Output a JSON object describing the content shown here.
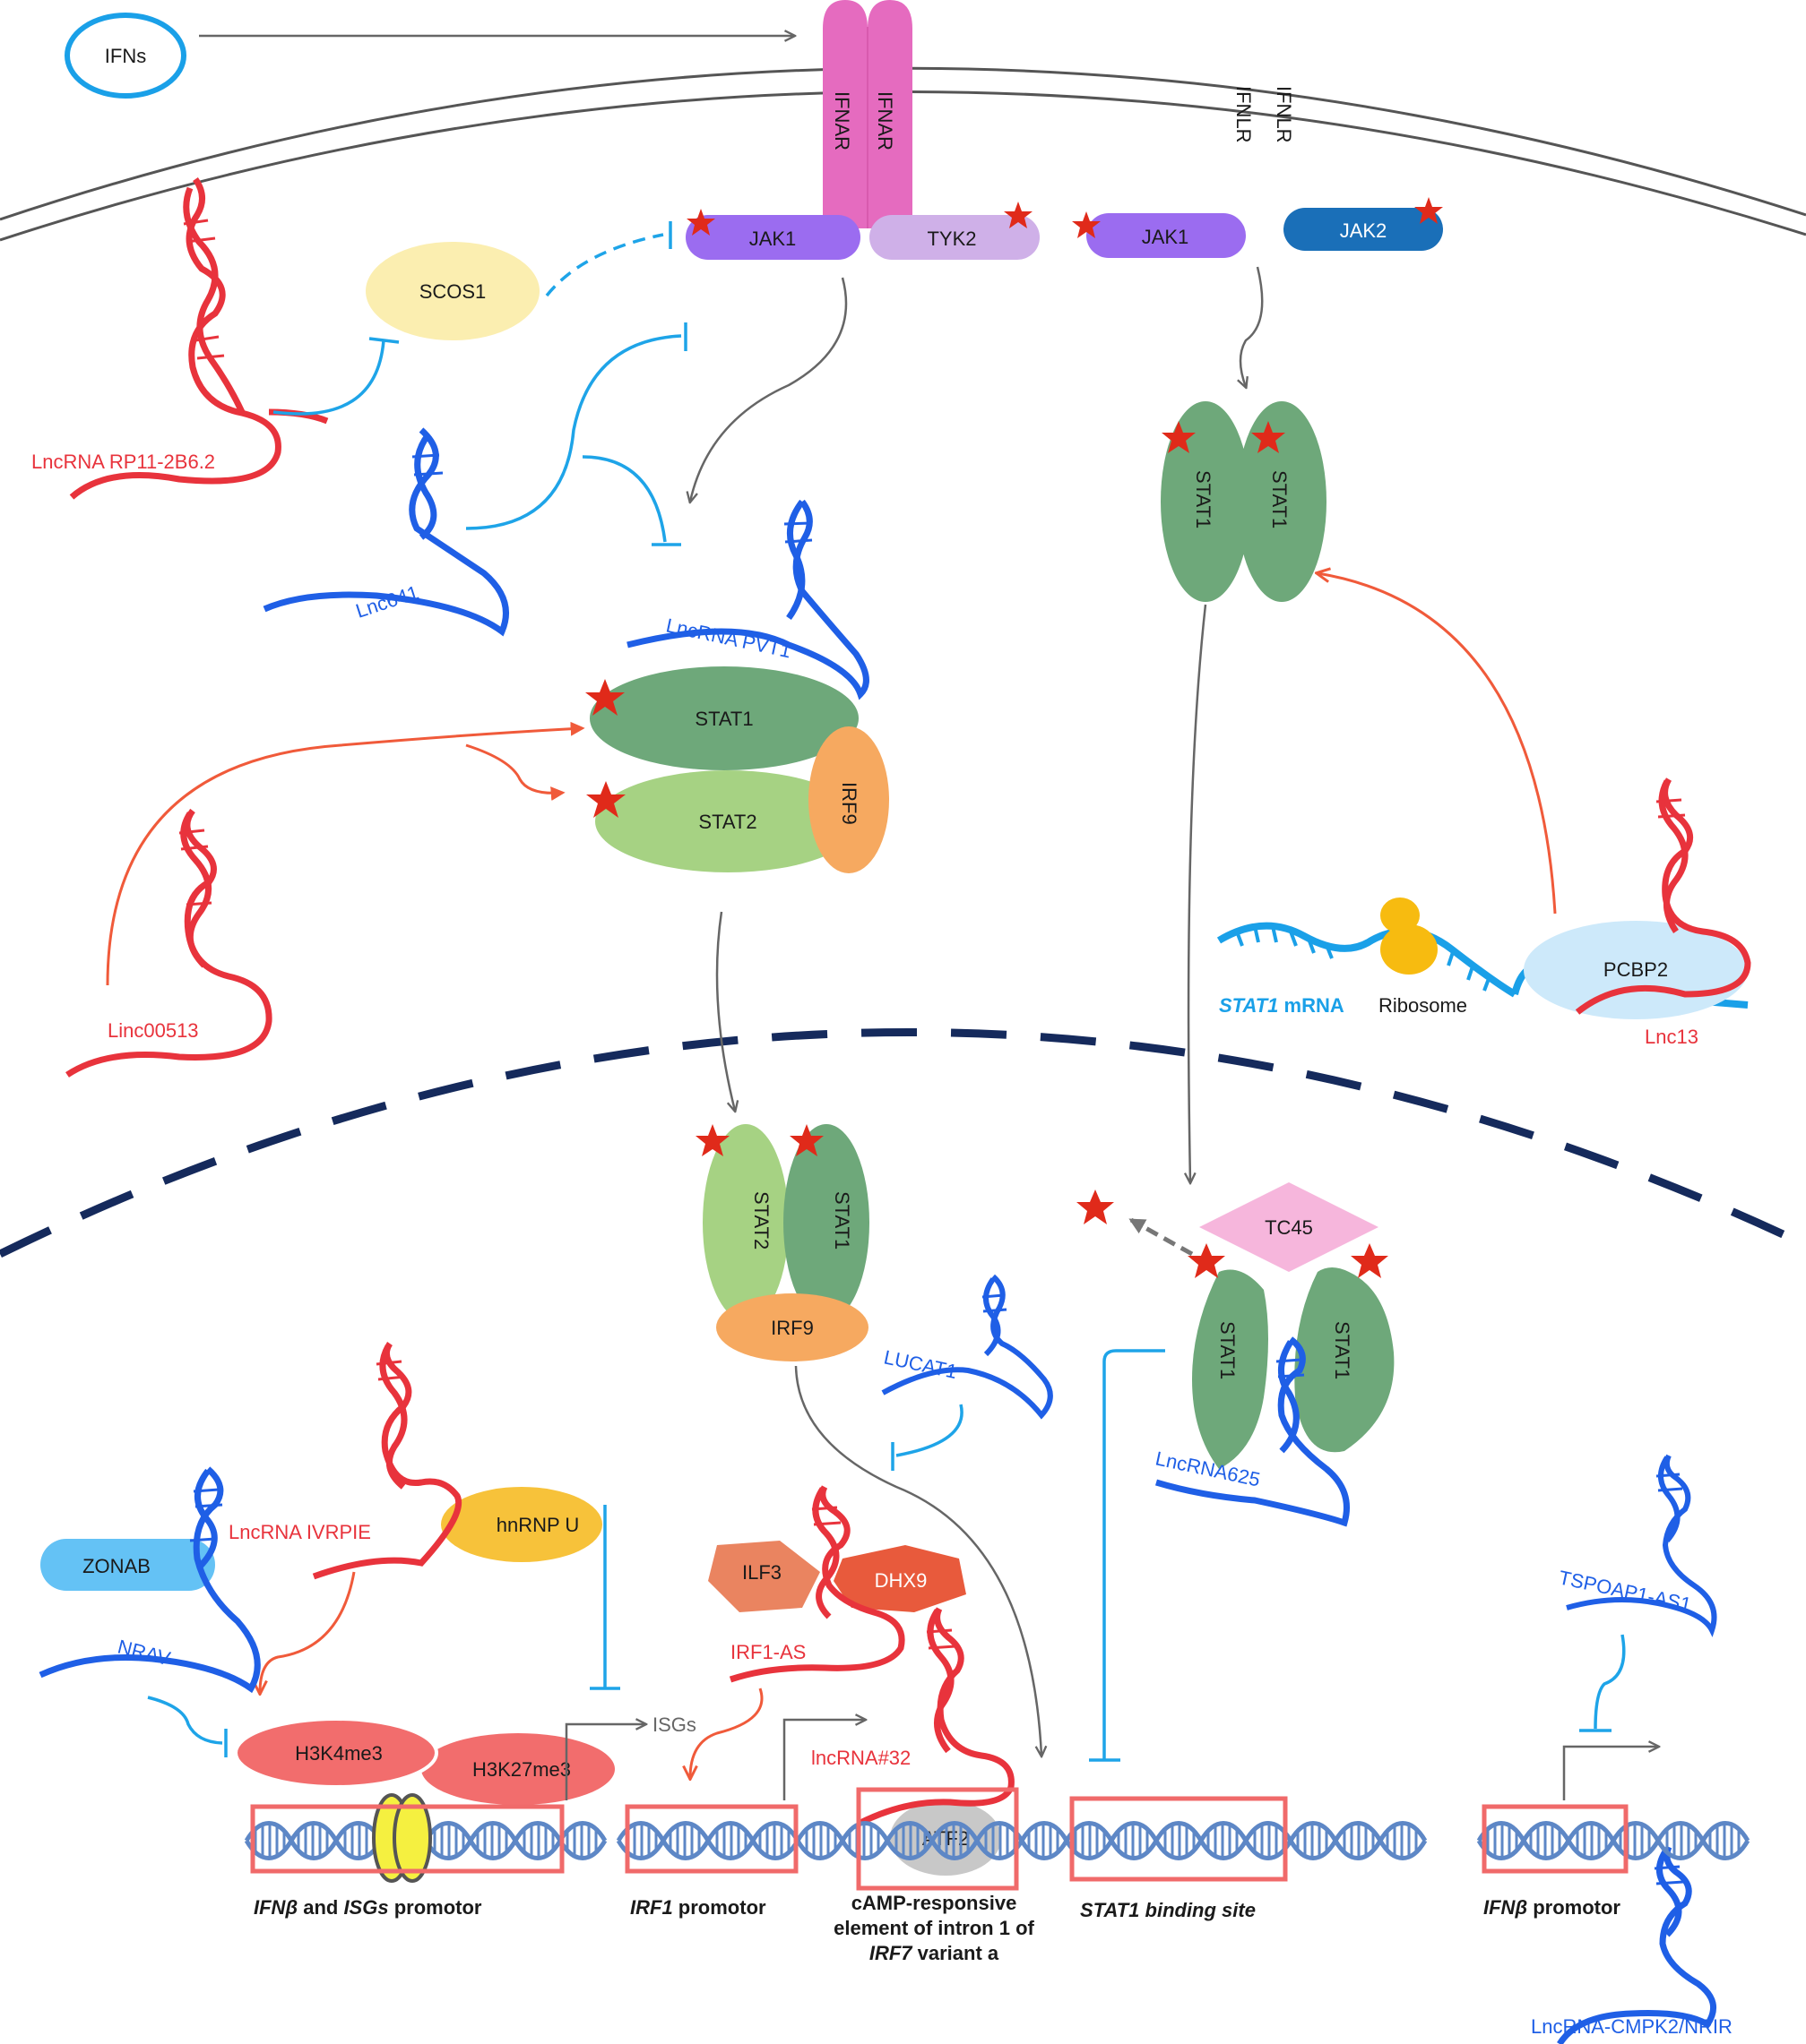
{
  "labels": {
    "ifns": "IFNs",
    "ifnar_left": "IFNAR",
    "ifnar_right": "IFNAR",
    "ifnlr_left": "IFNLR",
    "ifnlr_right": "IFNLR",
    "jak1_left": "JAK1",
    "tyk2": "TYK2",
    "jak1_right": "JAK1",
    "jak2": "JAK2",
    "scos1": "SCOS1",
    "stat1_dimer_left": "STAT1",
    "stat1_dimer_right": "STAT1",
    "stat1_complex": "STAT1",
    "stat2_complex": "STAT2",
    "irf9_complex": "IRF9",
    "stat2_nuc": "STAT2",
    "stat1_nuc": "STAT1",
    "irf9_nuc": "IRF9",
    "tc45": "TC45",
    "stat1_tc_left": "STAT1",
    "stat1_tc_right": "STAT1",
    "pcbp2": "PCBP2",
    "ribosome": "Ribosome",
    "stat1_mrna_gene": "STAT1",
    "stat1_mrna_suffix": " mRNA",
    "zonab": "ZONAB",
    "hnrnpu": "hnRNP U",
    "h3k4me3": "H3K4me3",
    "h3k27me3": "H3K27me3",
    "ilf3": "ILF3",
    "dhx9": "DHX9",
    "atf2": "ATF2",
    "isgs": "ISGs"
  },
  "lncrnas": {
    "rp11": "LncRNA RP11-2B6.2",
    "lnc641": "Lnc641",
    "pvt1": "LncRNA PVT1",
    "linc00513": "Linc00513",
    "lnc13": "Lnc13",
    "lucat1": "LUCAT1",
    "lncrna625": "LncRNA625",
    "ivrpie": "LncRNA IVRPIE",
    "nrav": "NRAV",
    "irf1as": "IRF1-AS",
    "lncrna32": "lncRNA#32",
    "tspoap1": "TSPOAP1-AS1",
    "cmpk2": "LncRNA-CMPK2/NRIR"
  },
  "promoters": {
    "ifnb_isgs": {
      "gene1": "IFNβ",
      "mid": " and ",
      "gene2": "ISGs",
      "tail": " promotor"
    },
    "irf1": {
      "gene": "IRF1",
      "tail": " promotor"
    },
    "irf7": {
      "line1": "cAMP-responsive",
      "line2": "element of intron 1 of",
      "gene": "IRF7",
      "tail": " variant a"
    },
    "stat1_site": "STAT1 binding site",
    "ifnb": {
      "gene": "IFNβ",
      "tail": " promotor"
    }
  },
  "colors": {
    "membrane": "#555555",
    "ifnar": "#e56bbf",
    "jak1": "#9b6cf0",
    "tyk2": "#cfb0e8",
    "jak2": "#1a6fb8",
    "scos1": "#fbeeb0",
    "stat1": "#6ea87a",
    "stat2": "#a6d283",
    "irf9": "#f6a960",
    "tc45": "#f6b6dc",
    "pcbp2": "#cde9fa",
    "ribosome": "#f7bb10",
    "mrna": "#1aa0e8",
    "zonab": "#64c2f5",
    "hnrnpu": "#f7c23a",
    "histone": "#f26d6d",
    "ilf3": "#ea8460",
    "dhx9": "#e85a3c",
    "atf2": "#c8c8c8",
    "dna": "#5d87c6",
    "box": "#f06a6a",
    "lnc_red": "#e8333c",
    "lnc_blue": "#1f5fe6",
    "inhibit": "#1ea4e8",
    "activate": "#f05a3a",
    "arrow_gray": "#666666",
    "nucleus": "#152a5c",
    "phospho": "#e02a1a"
  }
}
